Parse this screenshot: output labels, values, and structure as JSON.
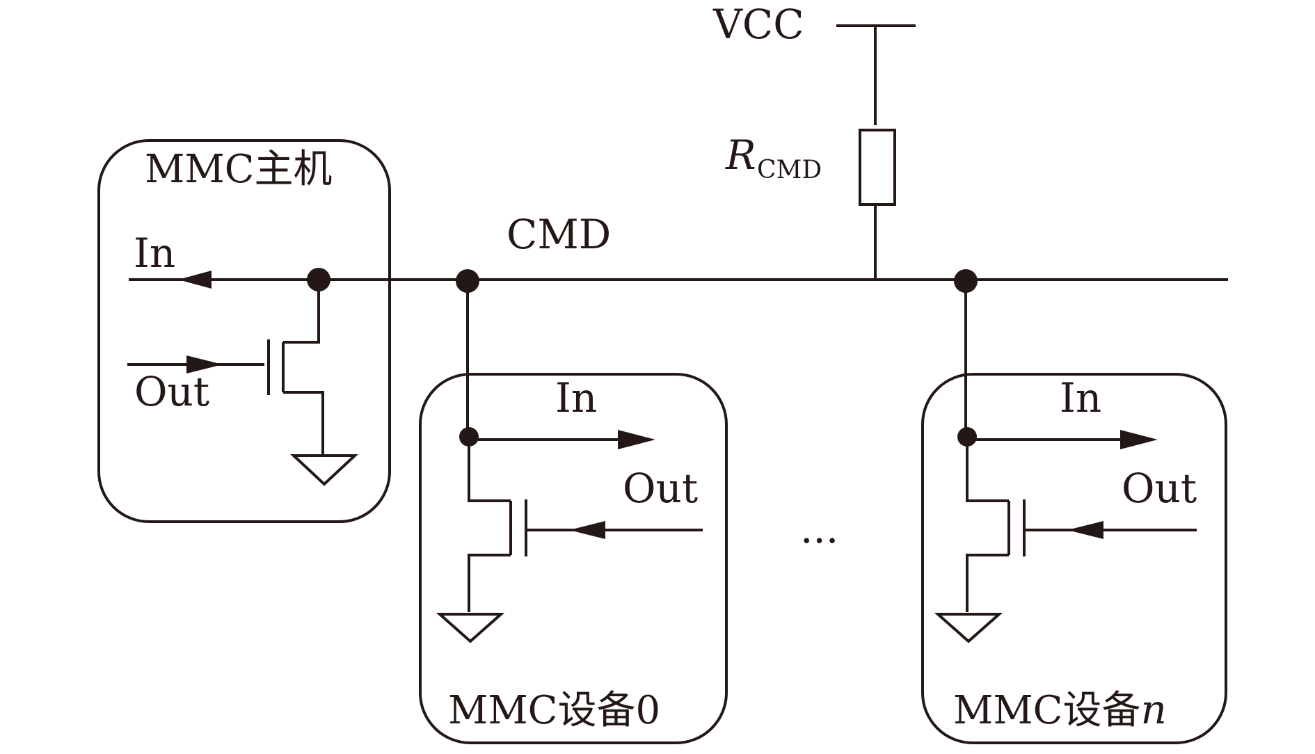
{
  "colors": {
    "ink": "#231815",
    "background": "#ffffff"
  },
  "supply": {
    "label": "VCC"
  },
  "resistor": {
    "symbol": "R",
    "subscript": "CMD"
  },
  "bus": {
    "label": "CMD"
  },
  "host": {
    "title": "MMC主机",
    "in_label": "In",
    "out_label": "Out"
  },
  "device0": {
    "title_prefix": "MMC设备",
    "title_suffix": "0",
    "in_label": "In",
    "out_label": "Out"
  },
  "deviceN": {
    "title_prefix": "MMC设备",
    "title_suffix": "n",
    "in_label": "In",
    "out_label": "Out"
  },
  "ellipsis": "..."
}
